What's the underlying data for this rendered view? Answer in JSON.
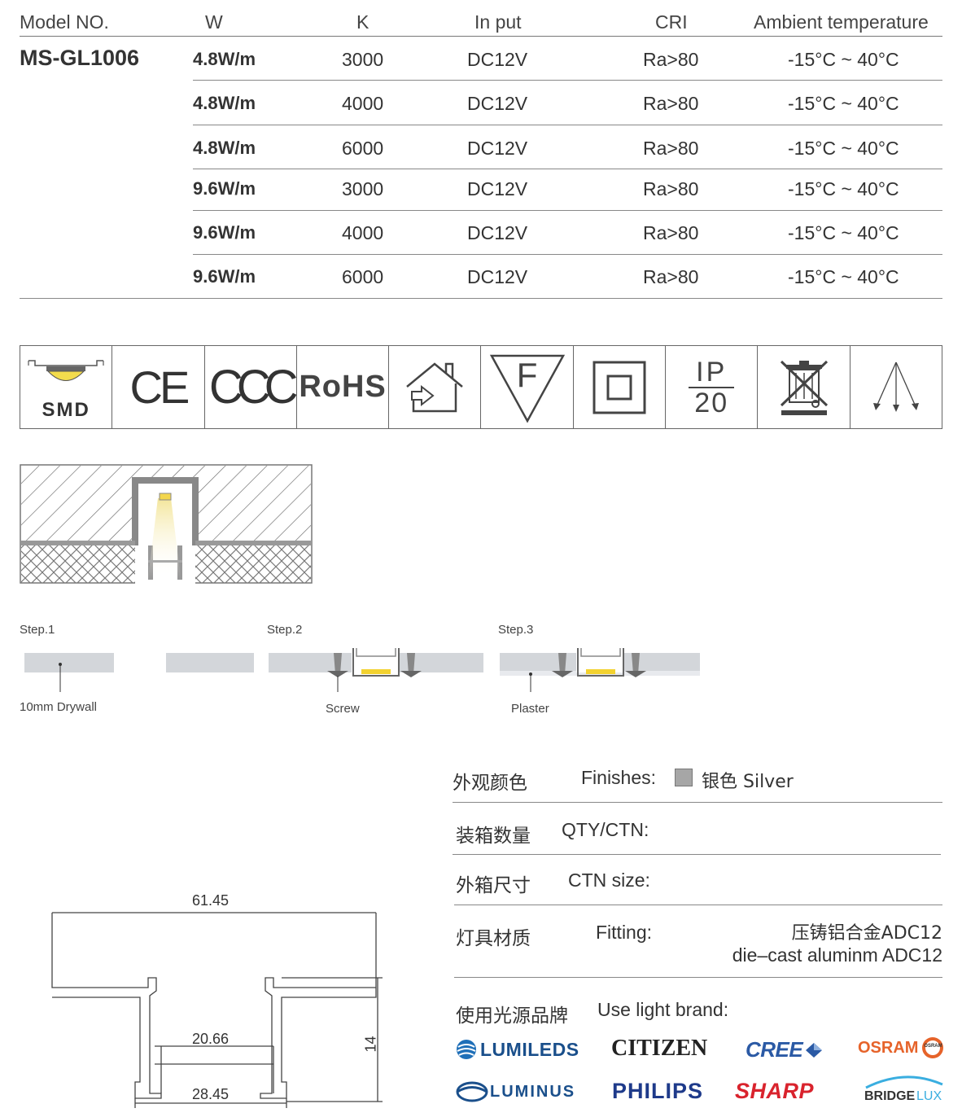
{
  "table": {
    "headers": {
      "model": "Model NO.",
      "w": "W",
      "k": "K",
      "input": "In put",
      "cri": "CRI",
      "temp": "Ambient temperature"
    },
    "model": "MS-GL1006",
    "rows": [
      {
        "w": "4.8W/m",
        "k": "3000",
        "input": "DC12V",
        "cri": "Ra>80",
        "temp": "-15°C ~ 40°C"
      },
      {
        "w": "4.8W/m",
        "k": "4000",
        "input": "DC12V",
        "cri": "Ra>80",
        "temp": "-15°C ~ 40°C"
      },
      {
        "w": "4.8W/m",
        "k": "6000",
        "input": "DC12V",
        "cri": "Ra>80",
        "temp": "-15°C ~ 40°C"
      },
      {
        "w": "9.6W/m",
        "k": "3000",
        "input": "DC12V",
        "cri": "Ra>80",
        "temp": "-15°C ~ 40°C"
      },
      {
        "w": "9.6W/m",
        "k": "4000",
        "input": "DC12V",
        "cri": "Ra>80",
        "temp": "-15°C ~ 40°C"
      },
      {
        "w": "9.6W/m",
        "k": "6000",
        "input": "DC12V",
        "cri": "Ra>80",
        "temp": "-15°C ~ 40°C"
      }
    ]
  },
  "certs": {
    "smd": "SMD",
    "ce": "CE",
    "ccc": "CCC",
    "rohs": "RoHS",
    "f": "F",
    "ip_top": "IP",
    "ip_bottom": "20"
  },
  "steps": [
    {
      "title": "Step.1",
      "label": "10mm Drywall"
    },
    {
      "title": "Step.2",
      "label": "Screw"
    },
    {
      "title": "Step.3",
      "label": "Plaster"
    }
  ],
  "dims": {
    "width": "61.45",
    "inner": "20.66",
    "bottom": "28.45",
    "height": "14"
  },
  "info": {
    "finish_cn": "外观颜色",
    "finish_en": "Finishes:",
    "finish_val": "银色 Silver",
    "finish_color": "#a6a6a6",
    "qty_cn": "装箱数量",
    "qty_en": "QTY/CTN:",
    "size_cn": "外箱尺寸",
    "size_en": "CTN size:",
    "fit_cn": "灯具材质",
    "fit_en": "Fitting:",
    "fit_val1": "压铸铝合金ADC12",
    "fit_val2": "die–cast aluminm ADC12",
    "brand_cn": "使用光源品牌",
    "brand_en": "Use light brand:"
  },
  "brands": {
    "lumileds": "LUMILEDS",
    "citizen": "CITIZEN",
    "cree": "CREE",
    "osram": "OSRAM",
    "osram_badge": "OSRAM",
    "luminus": "LUMINUS",
    "philips": "PHILIPS",
    "sharp": "SHARP",
    "bridge": "BRIDGE",
    "lux": "LUX"
  }
}
